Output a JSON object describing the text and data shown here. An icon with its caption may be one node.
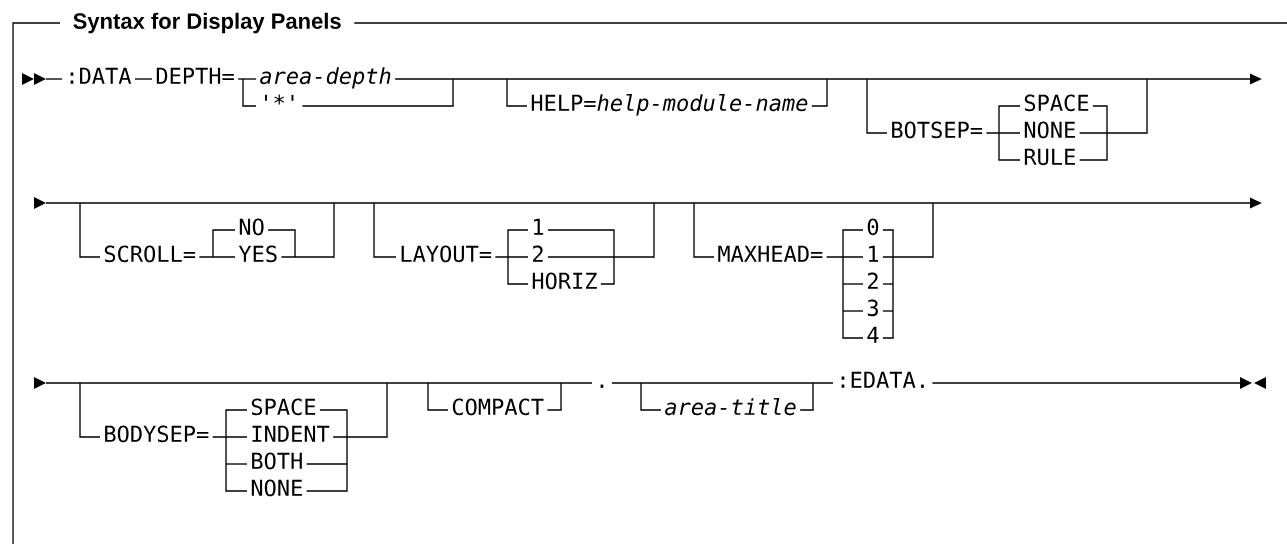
{
  "diagram": {
    "title": "Syntax for Display Panels",
    "labels": [
      ":DATA",
      "DEPTH=",
      "area-depth",
      "'*'",
      "HELP=*help-module-name*",
      "BOTSEP=",
      "SPACE",
      "NONE",
      "RULE",
      "SCROLL=",
      "NO",
      "YES",
      "LAYOUT=",
      "1",
      "2",
      "HORIZ",
      "MAXHEAD=",
      "0",
      "1",
      "2",
      "3",
      "4",
      "BODYSEP=",
      "SPACE",
      "INDENT",
      "BOTH",
      "NONE",
      "COMPACT",
      ".",
      "area-title",
      ":EDATA."
    ]
  }
}
